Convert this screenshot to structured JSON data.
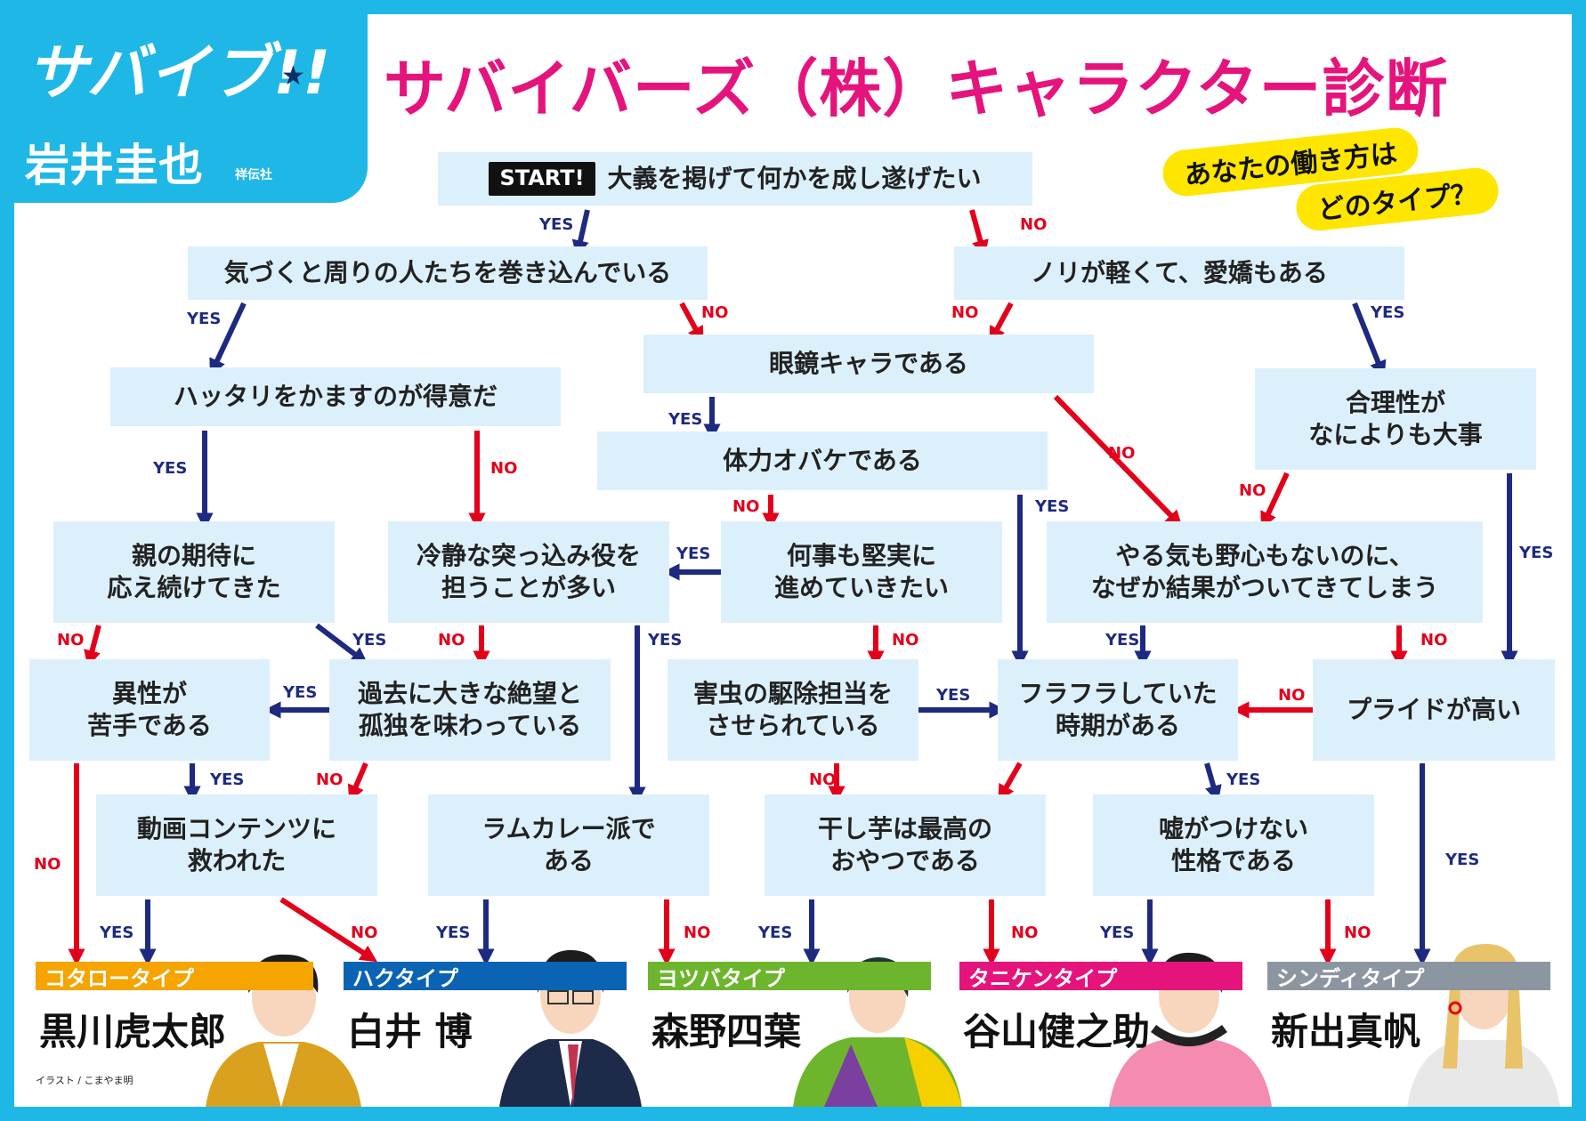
{
  "header": {
    "logo": "サバイブ!!",
    "author": "岩井圭也",
    "publisher": "祥伝社",
    "title": "サバイバーズ（株）キャラクター診断",
    "subtitle_line1": "あなたの働き方は",
    "subtitle_line2": "どのタイプ？"
  },
  "start_badge": "START!",
  "nodes": {
    "q_start": "大義を掲げて何かを成し遂げたい",
    "q_involve": "気づくと周りの人たちを巻き込んでいる",
    "q_nori": "ノリが軽くて、愛嬌もある",
    "q_glasses": "眼鏡キャラである",
    "q_bluff": "ハッタリをかますのが得意だ",
    "q_logic": "合理性が\nなによりも大事",
    "q_stamina": "体力オバケである",
    "q_parents": "親の期待に\n応え続けてきた",
    "q_tsukkomi": "冷静な突っ込み役を\n担うことが多い",
    "q_steady": "何事も堅実に\n進めていきたい",
    "q_lucky": "やる気も野心もないのに、\nなぜか結果がついてきてしまう",
    "q_opposite": "異性が\n苦手である",
    "q_despair": "過去に大きな絶望と\n孤独を味わっている",
    "q_pest": "害虫の駆除担当を\nさせられている",
    "q_wander": "フラフラしていた\n時期がある",
    "q_pride": "プライドが高い",
    "q_video": "動画コンテンツに\n救われた",
    "q_curry": "ラムカレー派で\nある",
    "q_imo": "干し芋は最高の\nおやつである",
    "q_honest": "嘘がつけない\n性格である"
  },
  "labels": {
    "yes": "YES",
    "no": "NO"
  },
  "results": [
    {
      "type": "コタロータイプ",
      "name": "黒川虎太郎",
      "color": "#f5a400"
    },
    {
      "type": "ハクタイプ",
      "name": "白井 博",
      "color": "#0a63b3"
    },
    {
      "type": "ヨツバタイプ",
      "name": "森野四葉",
      "color": "#6db52d"
    },
    {
      "type": "タニケンタイプ",
      "name": "谷山健之助",
      "color": "#e5147c"
    },
    {
      "type": "シンディタイプ",
      "name": "新出真帆",
      "color": "#8b96a0"
    }
  ],
  "credit": "イラスト / こまやま明",
  "colors": {
    "yes_arrow": "#1e2a80",
    "no_arrow": "#e3001b",
    "box": "#dcf0fb",
    "title": "#e5147c",
    "frame": "#1fb7e6"
  },
  "icons": [
    "star-icon",
    "arrow-icon"
  ]
}
